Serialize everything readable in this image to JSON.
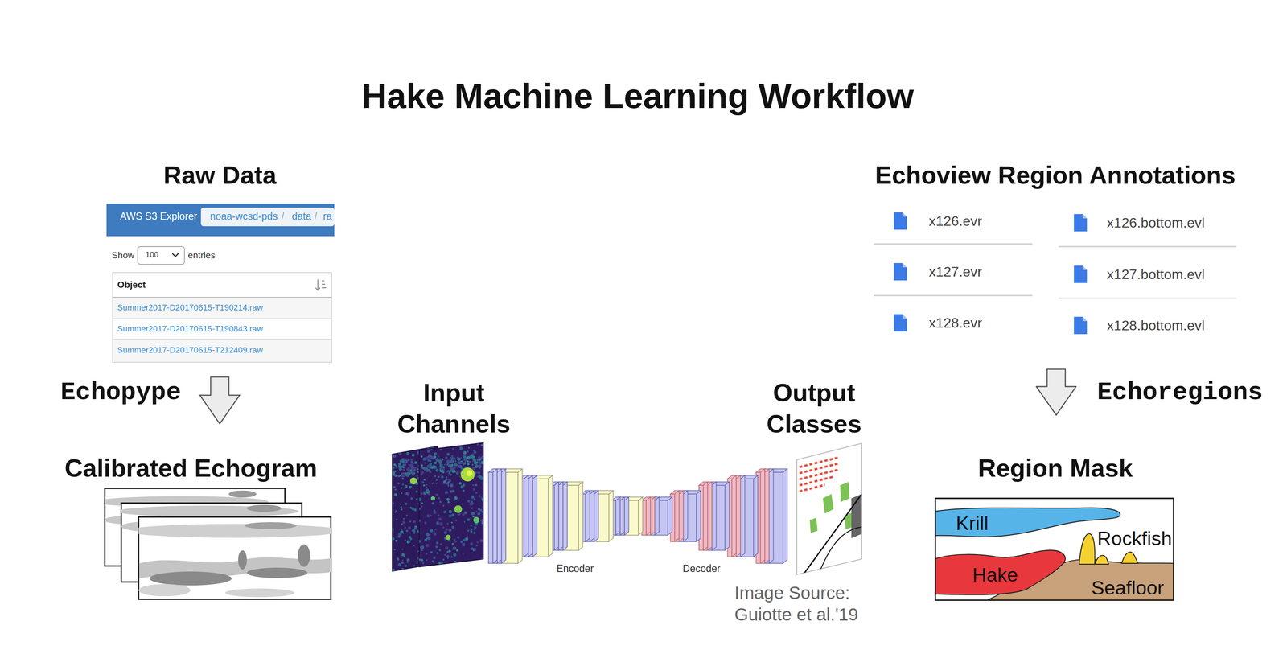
{
  "diagram": {
    "title": "Hake Machine Learning Workflow",
    "nodes": [
      {
        "text": [
          "Raw Data"
        ]
      },
      {
        "text": [
          "Echoview Region Annotations"
        ]
      },
      {
        "text": [
          "Calibrated Echogram"
        ]
      },
      {
        "text": [
          "Region Mask"
        ]
      }
    ],
    "edges": [
      {
        "from": 0,
        "to": 2,
        "arrow": "to",
        "label": "Echopype"
      },
      {
        "from": 1,
        "to": 3,
        "arrow": "to",
        "label": "Echoregions"
      }
    ],
    "labels": [
      "AWS S3 Explorer",
      "noaa-wcsd-pds",
      "/",
      "data",
      "/",
      "ra",
      "Show",
      "100",
      "entries",
      "Object",
      "Summer2017-D20170615-T190214.raw",
      "Summer2017-D20170615-T190843.raw",
      "Summer2017-D20170615-T212409.raw",
      "x126.evr",
      "x126.bottom.evl",
      "x127.evr",
      "x127.bottom.evl",
      "x128.evr",
      "x128.bottom.evl",
      "Input Channels",
      "Output Classes",
      "Encoder",
      "Decoder",
      "Image Source: Guiotte et al.'19",
      "Krill",
      "Rockfish",
      "Hake",
      "Seafloor"
    ]
  }
}
